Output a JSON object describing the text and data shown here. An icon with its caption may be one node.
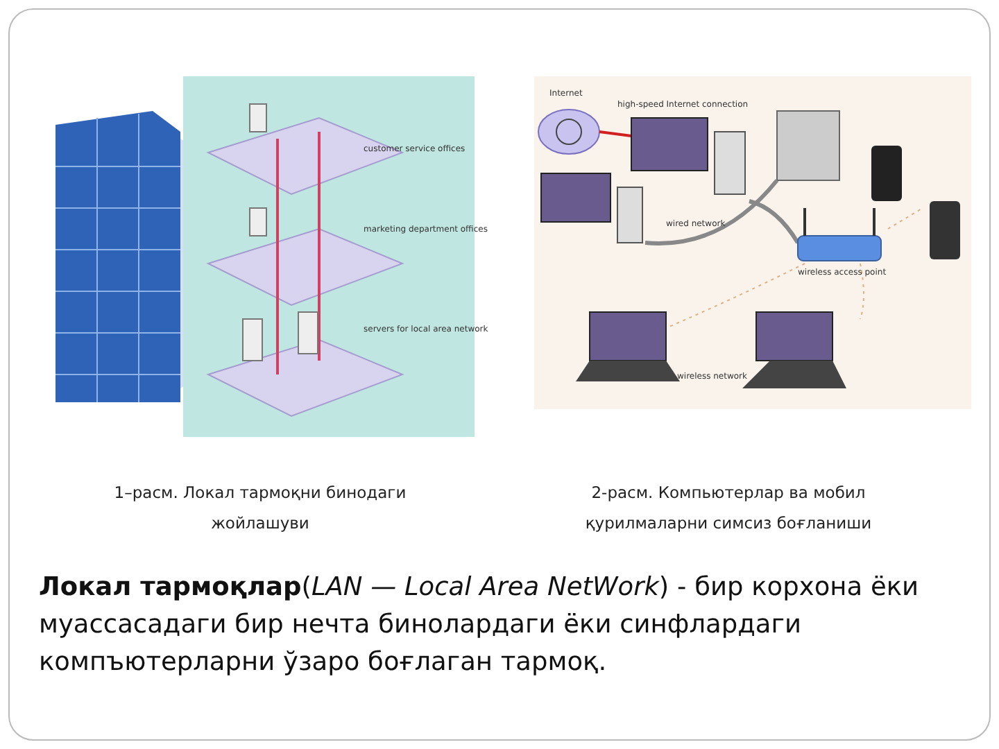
{
  "diagram": {
    "labels": [
      "customer service offices",
      "marketing department offices",
      "servers for local area network",
      "Internet",
      "high-speed Internet connection",
      "wired network",
      "wireless access point",
      "wireless network",
      "1–расм. Локал тармоқни бинодаги жойлашуви",
      "2-расм. Компьютерлар ва мобил қурилмаларни симсиз боғланиши",
      "**Локал тармоқлар**(*LAN — Local Area NetWork*) - бир корхона ёки муассасадаги бир нечта  бинолардаги ёки синфлардаги компъютерларни ўзаро боғлаган тармоқ."
    ]
  }
}
